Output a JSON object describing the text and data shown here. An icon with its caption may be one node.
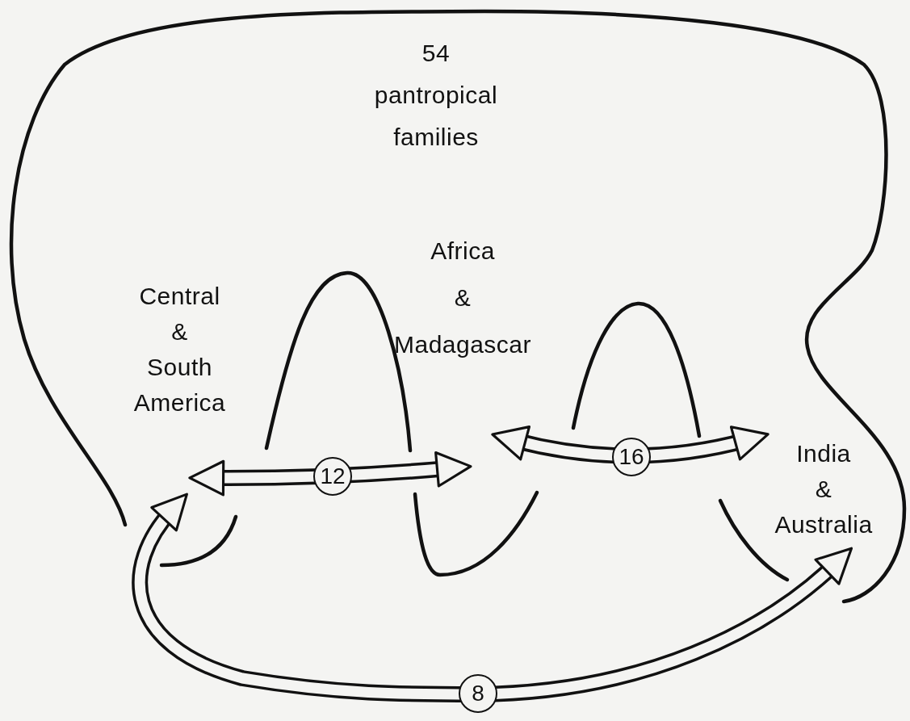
{
  "diagram": {
    "nodes": [
      {
        "text": [
          "54 pantropical families"
        ]
      },
      {
        "text": [
          "Central & South America"
        ],
        "in": 0
      },
      {
        "text": [
          "Africa & Madagascar"
        ],
        "in": 0
      },
      {
        "text": [
          "India & Australia"
        ],
        "in": 0
      }
    ],
    "edges": [
      {
        "from": 1,
        "to": 2,
        "arrow": "both",
        "label": "12"
      },
      {
        "from": 2,
        "to": 3,
        "arrow": "both",
        "label": "16"
      },
      {
        "from": 1,
        "to": 3,
        "arrow": "both",
        "label": "8"
      }
    ]
  }
}
